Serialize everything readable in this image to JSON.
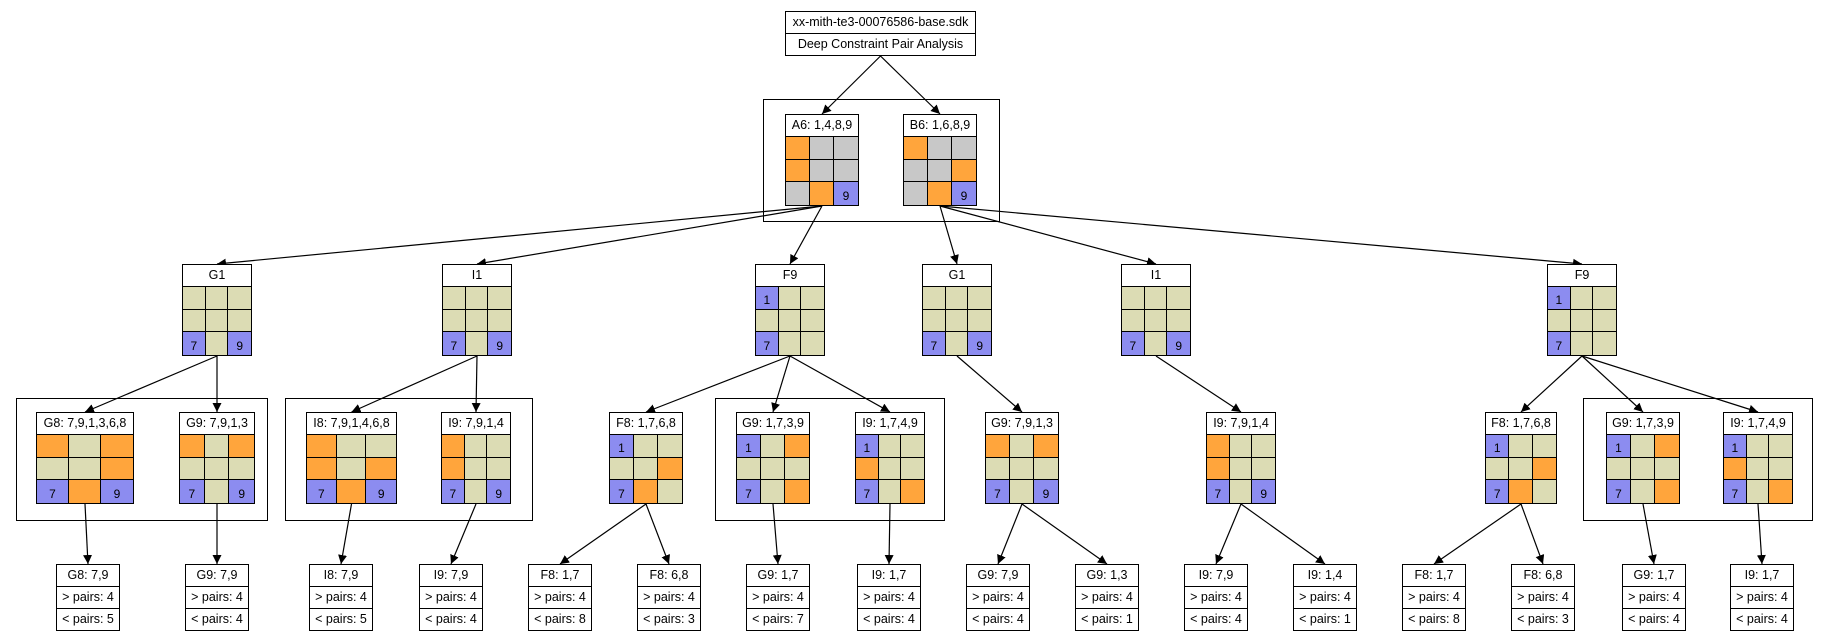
{
  "title": {
    "file": "xx-mith-te3-00076586-base.sdk",
    "subtitle": "Deep Constraint Pair Analysis"
  },
  "colors": {
    "orange": "#FFA53C",
    "gray": "#C8C8C8",
    "khaki": "#DCDCB4",
    "blue": "#8C8CF0"
  },
  "nodes": {
    "a6": {
      "label": "A6: 1,4,8,9",
      "cells": [
        "o",
        "g",
        "g",
        "o",
        "g",
        "g",
        "g",
        "o",
        "b:9"
      ]
    },
    "b6": {
      "label": "B6: 1,6,8,9",
      "cells": [
        "o",
        "g",
        "g",
        "g",
        "g",
        "o",
        "g",
        "o",
        "b:9"
      ]
    },
    "l_g1": {
      "label": "G1",
      "cells": [
        "k",
        "k",
        "k",
        "k",
        "k",
        "k",
        "b:7",
        "k",
        "b:9"
      ]
    },
    "l_i1": {
      "label": "I1",
      "cells": [
        "k",
        "k",
        "k",
        "k",
        "k",
        "k",
        "b:7",
        "k",
        "b:9"
      ]
    },
    "l_f9": {
      "label": "F9",
      "cells": [
        "b:1",
        "k",
        "k",
        "k",
        "k",
        "k",
        "b:7",
        "k",
        "k"
      ]
    },
    "r_g1": {
      "label": "G1",
      "cells": [
        "k",
        "k",
        "k",
        "k",
        "k",
        "k",
        "b:7",
        "k",
        "b:9"
      ]
    },
    "r_i1": {
      "label": "I1",
      "cells": [
        "k",
        "k",
        "k",
        "k",
        "k",
        "k",
        "b:7",
        "k",
        "b:9"
      ]
    },
    "r_f9": {
      "label": "F9",
      "cells": [
        "b:1",
        "k",
        "k",
        "k",
        "k",
        "k",
        "b:7",
        "k",
        "k"
      ]
    },
    "g8a": {
      "label": "G8: 7,9,1,3,6,8",
      "cells": [
        "o",
        "k",
        "o",
        "k",
        "k",
        "o",
        "b:7",
        "o",
        "b:9"
      ]
    },
    "g9a": {
      "label": "G9: 7,9,1,3",
      "cells": [
        "o",
        "k",
        "o",
        "k",
        "k",
        "k",
        "b:7",
        "k",
        "b:9"
      ]
    },
    "i8a": {
      "label": "I8: 7,9,1,4,6,8",
      "cells": [
        "o",
        "k",
        "k",
        "o",
        "k",
        "o",
        "b:7",
        "o",
        "b:9"
      ]
    },
    "i9a": {
      "label": "I9: 7,9,1,4",
      "cells": [
        "o",
        "k",
        "k",
        "o",
        "k",
        "k",
        "b:7",
        "k",
        "b:9"
      ]
    },
    "f8a": {
      "label": "F8: 1,7,6,8",
      "cells": [
        "b:1",
        "k",
        "k",
        "k",
        "k",
        "o",
        "b:7",
        "o",
        "k"
      ]
    },
    "g9b": {
      "label": "G9: 1,7,3,9",
      "cells": [
        "b:1",
        "k",
        "o",
        "k",
        "k",
        "k",
        "b:7",
        "k",
        "o"
      ]
    },
    "i9b": {
      "label": "I9: 1,7,4,9",
      "cells": [
        "b:1",
        "k",
        "k",
        "o",
        "k",
        "k",
        "b:7",
        "k",
        "o"
      ]
    },
    "g9c": {
      "label": "G9: 7,9,1,3",
      "cells": [
        "o",
        "k",
        "o",
        "k",
        "k",
        "k",
        "b:7",
        "k",
        "b:9"
      ]
    },
    "i9c": {
      "label": "I9: 7,9,1,4",
      "cells": [
        "o",
        "k",
        "k",
        "o",
        "k",
        "k",
        "b:7",
        "k",
        "b:9"
      ]
    },
    "f8d": {
      "label": "F8: 1,7,6,8",
      "cells": [
        "b:1",
        "k",
        "k",
        "k",
        "k",
        "o",
        "b:7",
        "o",
        "k"
      ]
    },
    "g9d": {
      "label": "G9: 1,7,3,9",
      "cells": [
        "b:1",
        "k",
        "o",
        "k",
        "k",
        "k",
        "b:7",
        "k",
        "o"
      ]
    },
    "i9d": {
      "label": "I9: 1,7,4,9",
      "cells": [
        "b:1",
        "k",
        "k",
        "o",
        "k",
        "k",
        "b:7",
        "k",
        "o"
      ]
    }
  },
  "leaves": {
    "lf1": {
      "title": "G8: 7,9",
      "gt": "> pairs: 4",
      "lt": "< pairs: 5"
    },
    "lf2": {
      "title": "G9: 7,9",
      "gt": "> pairs: 4",
      "lt": "< pairs: 4"
    },
    "lf3": {
      "title": "I8: 7,9",
      "gt": "> pairs: 4",
      "lt": "< pairs: 5"
    },
    "lf4": {
      "title": "I9: 7,9",
      "gt": "> pairs: 4",
      "lt": "< pairs: 4"
    },
    "lf5": {
      "title": "F8: 1,7",
      "gt": "> pairs: 4",
      "lt": "< pairs: 8"
    },
    "lf6": {
      "title": "F8: 6,8",
      "gt": "> pairs: 4",
      "lt": "< pairs: 3"
    },
    "lf7": {
      "title": "G9: 1,7",
      "gt": "> pairs: 4",
      "lt": "< pairs: 7"
    },
    "lf8": {
      "title": "I9: 1,7",
      "gt": "> pairs: 4",
      "lt": "< pairs: 4"
    },
    "lf9": {
      "title": "G9: 7,9",
      "gt": "> pairs: 4",
      "lt": "< pairs: 4"
    },
    "lf10": {
      "title": "G9: 1,3",
      "gt": "> pairs: 4",
      "lt": "< pairs: 1"
    },
    "lf11": {
      "title": "I9: 7,9",
      "gt": "> pairs: 4",
      "lt": "< pairs: 4"
    },
    "lf12": {
      "title": "I9: 1,4",
      "gt": "> pairs: 4",
      "lt": "< pairs: 1"
    },
    "lf13": {
      "title": "F8: 1,7",
      "gt": "> pairs: 4",
      "lt": "< pairs: 8"
    },
    "lf14": {
      "title": "F8: 6,8",
      "gt": "> pairs: 4",
      "lt": "< pairs: 3"
    },
    "lf15": {
      "title": "G9: 1,7",
      "gt": "> pairs: 4",
      "lt": "< pairs: 4"
    },
    "lf16": {
      "title": "I9: 1,7",
      "gt": "> pairs: 4",
      "lt": "< pairs: 4"
    }
  },
  "edges": [
    [
      "title",
      "a6"
    ],
    [
      "title",
      "b6"
    ],
    [
      "a6",
      "l_g1"
    ],
    [
      "a6",
      "l_i1"
    ],
    [
      "a6",
      "l_f9"
    ],
    [
      "b6",
      "r_g1"
    ],
    [
      "b6",
      "r_i1"
    ],
    [
      "b6",
      "r_f9"
    ],
    [
      "l_g1",
      "g8a"
    ],
    [
      "l_g1",
      "g9a"
    ],
    [
      "l_i1",
      "i8a"
    ],
    [
      "l_i1",
      "i9a"
    ],
    [
      "l_f9",
      "f8a"
    ],
    [
      "l_f9",
      "g9b"
    ],
    [
      "l_f9",
      "i9b"
    ],
    [
      "r_g1",
      "g9c"
    ],
    [
      "r_i1",
      "i9c"
    ],
    [
      "r_f9",
      "f8d"
    ],
    [
      "r_f9",
      "g9d"
    ],
    [
      "r_f9",
      "i9d"
    ],
    [
      "g8a",
      "lf1"
    ],
    [
      "g9a",
      "lf2"
    ],
    [
      "i8a",
      "lf3"
    ],
    [
      "i9a",
      "lf4"
    ],
    [
      "f8a",
      "lf5"
    ],
    [
      "f8a",
      "lf6"
    ],
    [
      "g9b",
      "lf7"
    ],
    [
      "i9b",
      "lf8"
    ],
    [
      "g9c",
      "lf9"
    ],
    [
      "g9c",
      "lf10"
    ],
    [
      "i9c",
      "lf11"
    ],
    [
      "i9c",
      "lf12"
    ],
    [
      "f8d",
      "lf13"
    ],
    [
      "f8d",
      "lf14"
    ],
    [
      "g9d",
      "lf15"
    ],
    [
      "i9d",
      "lf16"
    ]
  ]
}
